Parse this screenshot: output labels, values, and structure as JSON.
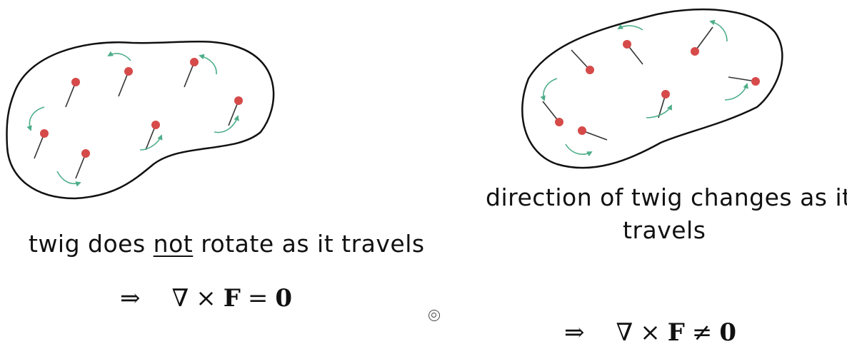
{
  "left_panel": {
    "caption_prefix": "twig does ",
    "caption_underlined": "not",
    "caption_suffix": " rotate as it travels",
    "implies": "⇒",
    "curl_nabla": "∇",
    "curl_times": "×",
    "curl_field": "F",
    "relation": "=",
    "rhs": "0"
  },
  "right_panel": {
    "caption_line1": "direction of twig changes as it",
    "caption_line2": "travels",
    "implies": "⇒",
    "curl_nabla": "∇",
    "curl_times": "×",
    "curl_field": "F",
    "relation": "≠",
    "rhs": "0"
  },
  "colors": {
    "outline": "#111111",
    "twig": "#333333",
    "ball": "#d64a4a",
    "arrow": "#4fae8a"
  },
  "icons": {
    "cursor": "double-circle-cursor-icon"
  }
}
